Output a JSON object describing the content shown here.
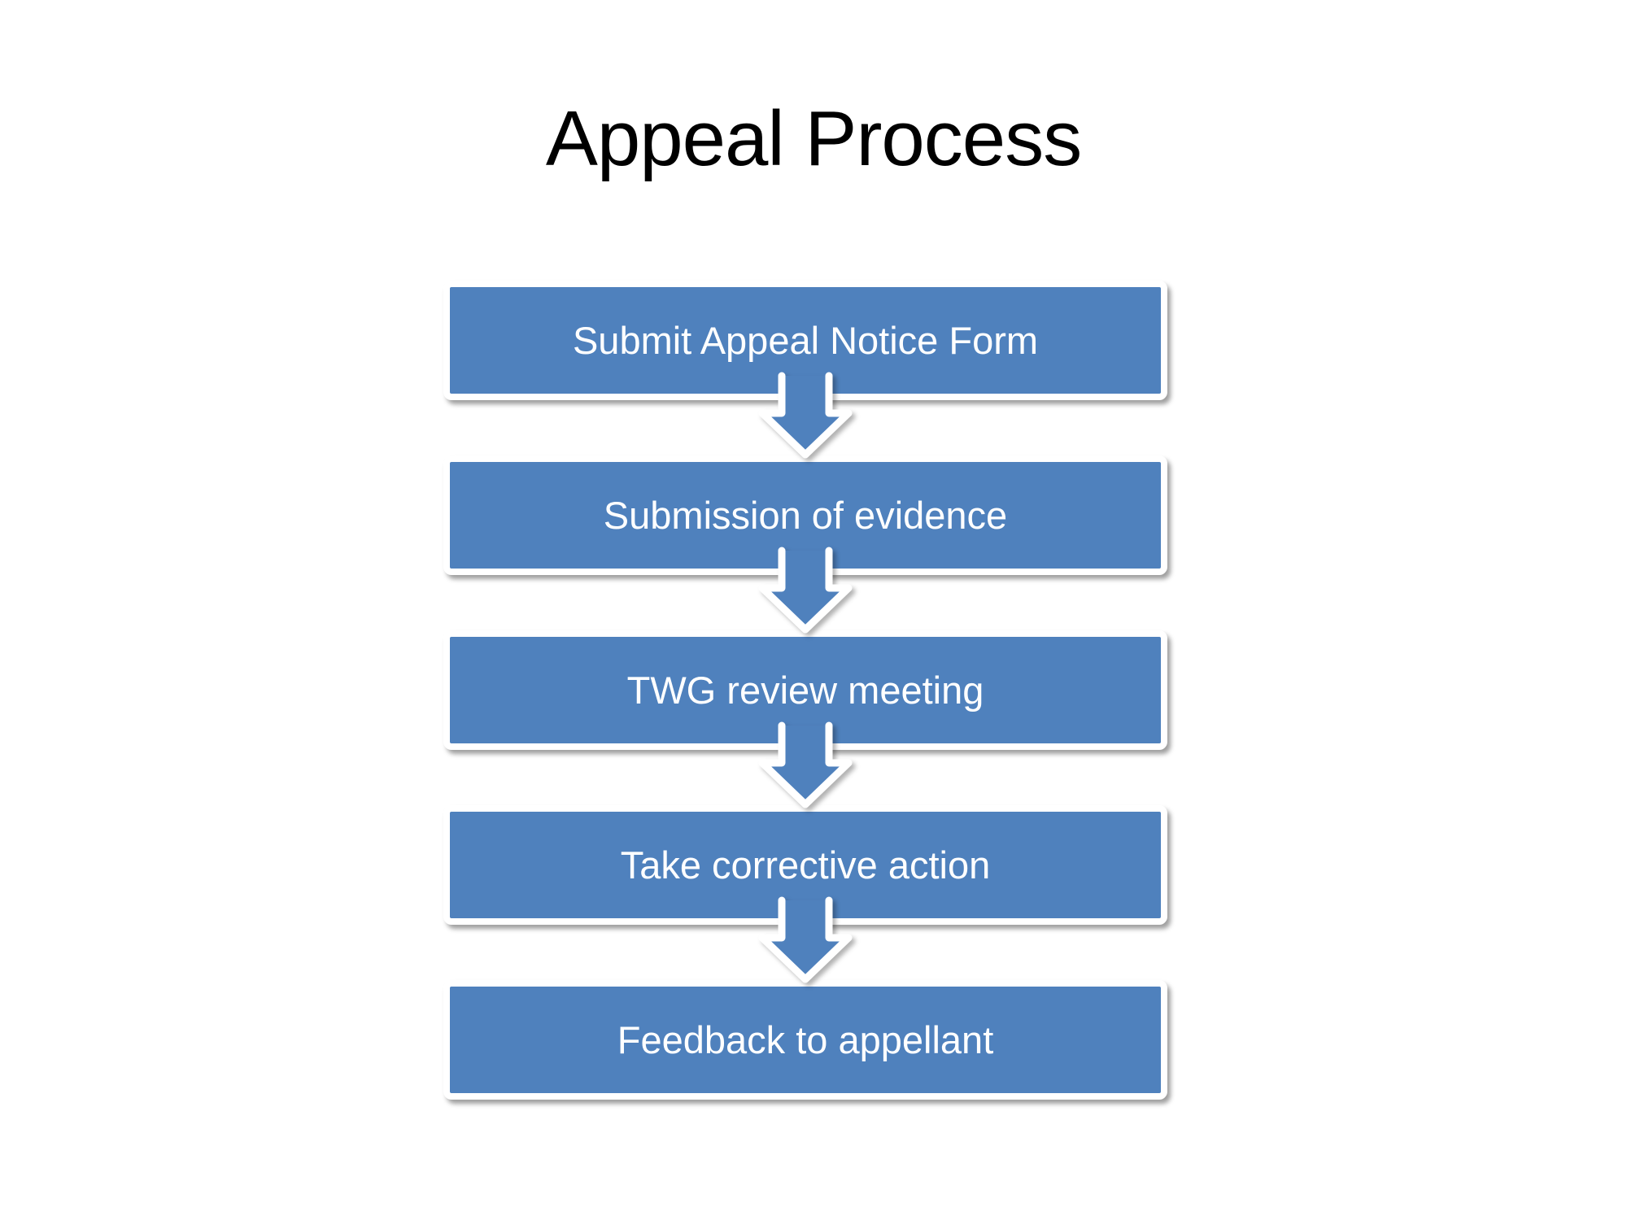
{
  "slide": {
    "title": "Appeal Process"
  },
  "flow": {
    "type": "vertical-process",
    "connector": "down-arrow",
    "steps": [
      {
        "label": "Submit Appeal Notice Form"
      },
      {
        "label": "Submission of evidence"
      },
      {
        "label": "TWG review meeting"
      },
      {
        "label": "Take corrective action"
      },
      {
        "label": "Feedback to appellant"
      }
    ]
  },
  "colors": {
    "box_fill": "#4F81BD",
    "box_border": "#FFFFFF",
    "box_text": "#FFFFFF",
    "title_text": "#000000",
    "background": "#FFFFFF"
  }
}
